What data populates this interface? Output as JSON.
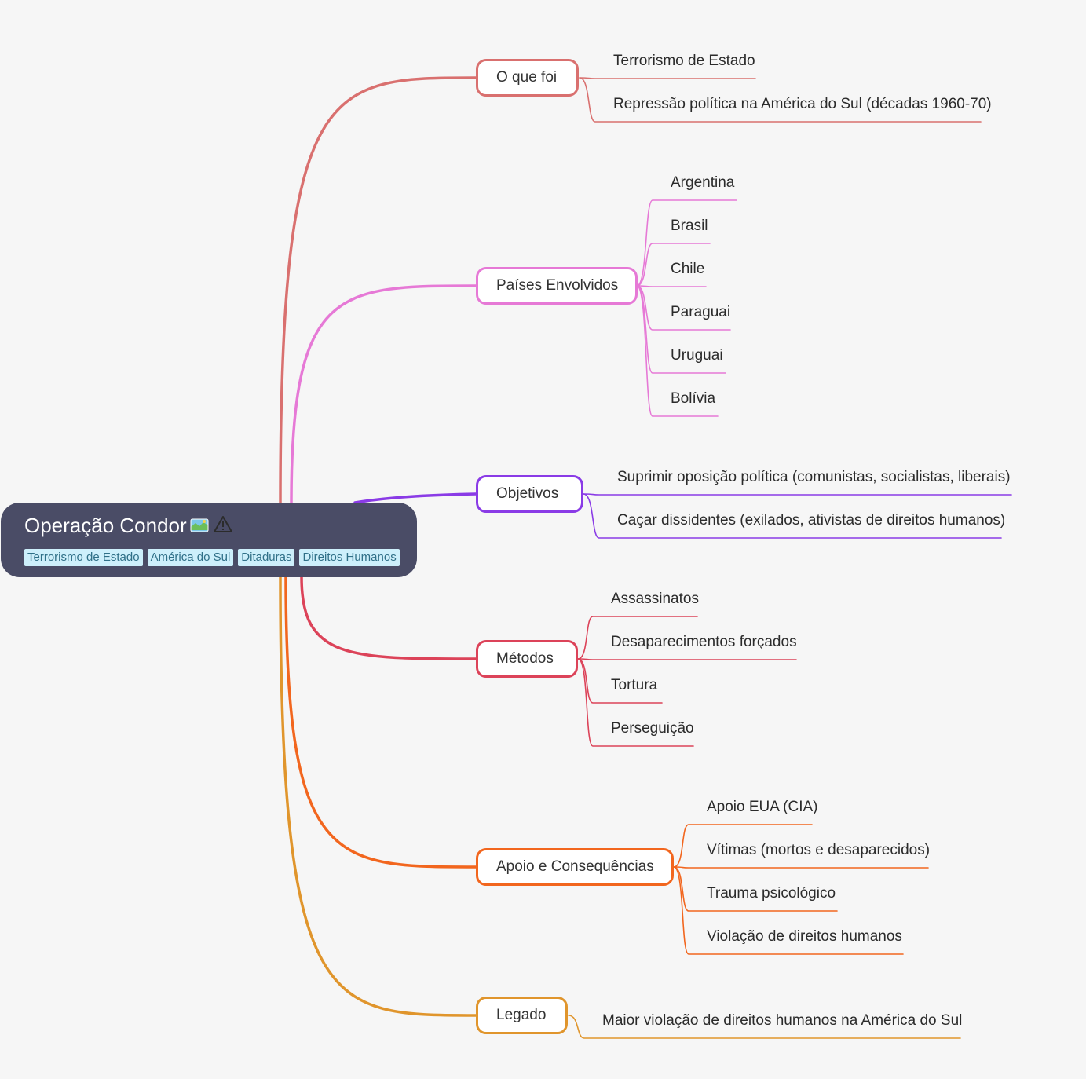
{
  "root": {
    "title": "Operação Condor",
    "icons": [
      "map-icon",
      "warning-icon"
    ],
    "tags": [
      "Terrorismo de Estado",
      "América do Sul",
      "Ditaduras",
      "Direitos Humanos"
    ]
  },
  "branches": [
    {
      "label": "O que foi",
      "color": "#d9706f",
      "children": [
        "Terrorismo de Estado",
        "Repressão política na América do Sul (décadas 1960-70)"
      ]
    },
    {
      "label": "Países Envolvidos",
      "color": "#e679d6",
      "children": [
        "Argentina",
        "Brasil",
        "Chile",
        "Paraguai",
        "Uruguai",
        "Bolívia"
      ]
    },
    {
      "label": "Objetivos",
      "color": "#8a3be6",
      "children": [
        "Suprimir oposição política (comunistas, socialistas, liberais)",
        "Caçar dissidentes (exilados, ativistas de direitos humanos)"
      ]
    },
    {
      "label": "Métodos",
      "color": "#dc4359",
      "children": [
        "Assassinatos",
        "Desaparecimentos forçados",
        "Tortura",
        "Perseguição"
      ]
    },
    {
      "label": "Apoio e Consequências",
      "color": "#f2661e",
      "children": [
        "Apoio EUA (CIA)",
        "Vítimas (mortos e desaparecidos)",
        "Trauma psicológico",
        "Violação de direitos humanos"
      ]
    },
    {
      "label": "Legado",
      "color": "#e0952c",
      "children": [
        "Maior violação de direitos humanos na América do Sul"
      ]
    }
  ]
}
